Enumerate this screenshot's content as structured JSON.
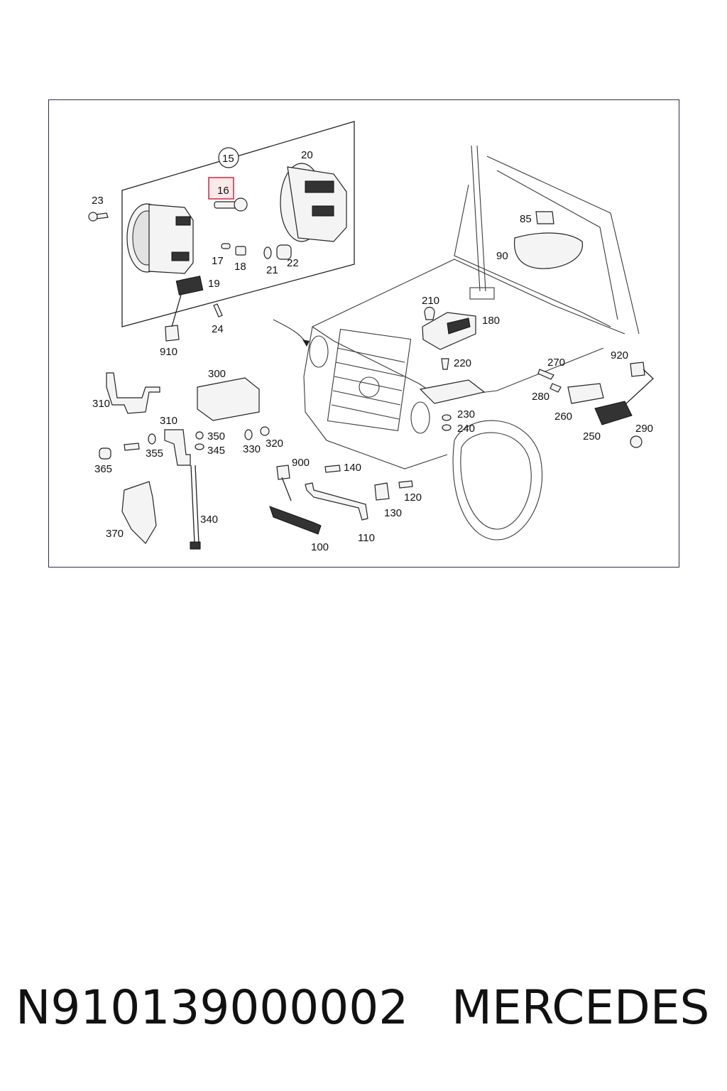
{
  "diagram": {
    "callouts": {
      "c15": "15",
      "c16": "16",
      "c17": "17",
      "c18": "18",
      "c19": "19",
      "c20": "20",
      "c21": "21",
      "c22": "22",
      "c23": "23",
      "c24": "24",
      "c85": "85",
      "c90": "90",
      "c100": "100",
      "c110": "110",
      "c120": "120",
      "c130": "130",
      "c140": "140",
      "c180": "180",
      "c210": "210",
      "c220": "220",
      "c230": "230",
      "c240": "240",
      "c250": "250",
      "c260": "260",
      "c270": "270",
      "c280": "280",
      "c290": "290",
      "c300": "300",
      "c310a": "310",
      "c310b": "310",
      "c320": "320",
      "c330": "330",
      "c340": "340",
      "c345": "345",
      "c350": "350",
      "c355": "355",
      "c365": "365",
      "c370": "370",
      "c900": "900",
      "c910": "910",
      "c920": "920"
    },
    "highlighted_callout": "16",
    "highlight_color": "#d1344a"
  },
  "footer": {
    "part_number": "N910139000002",
    "brand": "MERCEDES"
  }
}
